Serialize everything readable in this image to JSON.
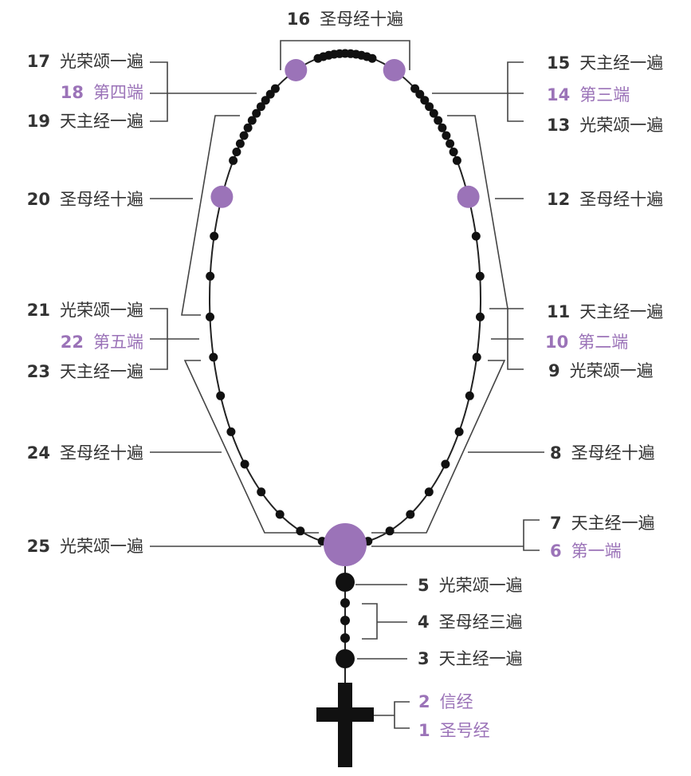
{
  "colors": {
    "accent": "#9b73b8",
    "text": "#333333",
    "bead": "#111111",
    "line": "#444444"
  },
  "labels": [
    {
      "num": "1",
      "text": "圣号经",
      "accent": true
    },
    {
      "num": "2",
      "text": "信经",
      "accent": true
    },
    {
      "num": "3",
      "text": "天主经一遍",
      "accent": false
    },
    {
      "num": "4",
      "text": "圣母经三遍",
      "accent": false
    },
    {
      "num": "5",
      "text": "光荣颂一遍",
      "accent": false
    },
    {
      "num": "6",
      "text": "第一端",
      "accent": true
    },
    {
      "num": "7",
      "text": "天主经一遍",
      "accent": false
    },
    {
      "num": "8",
      "text": "圣母经十遍",
      "accent": false
    },
    {
      "num": "9",
      "text": "光荣颂一遍",
      "accent": false
    },
    {
      "num": "10",
      "text": "第二端",
      "accent": true
    },
    {
      "num": "11",
      "text": "天主经一遍",
      "accent": false
    },
    {
      "num": "12",
      "text": "圣母经十遍",
      "accent": false
    },
    {
      "num": "13",
      "text": "光荣颂一遍",
      "accent": false
    },
    {
      "num": "14",
      "text": "第三端",
      "accent": true
    },
    {
      "num": "15",
      "text": "天主经一遍",
      "accent": false
    },
    {
      "num": "16",
      "text": "圣母经十遍",
      "accent": false
    },
    {
      "num": "17",
      "text": "光荣颂一遍",
      "accent": false
    },
    {
      "num": "18",
      "text": "第四端",
      "accent": true
    },
    {
      "num": "19",
      "text": "天主经一遍",
      "accent": false
    },
    {
      "num": "20",
      "text": "圣母经十遍",
      "accent": false
    },
    {
      "num": "21",
      "text": "光荣颂一遍",
      "accent": false
    },
    {
      "num": "22",
      "text": "第五端",
      "accent": true
    },
    {
      "num": "23",
      "text": "天主经一遍",
      "accent": false
    },
    {
      "num": "24",
      "text": "圣母经十遍",
      "accent": false
    },
    {
      "num": "25",
      "text": "光荣颂一遍",
      "accent": false
    }
  ]
}
